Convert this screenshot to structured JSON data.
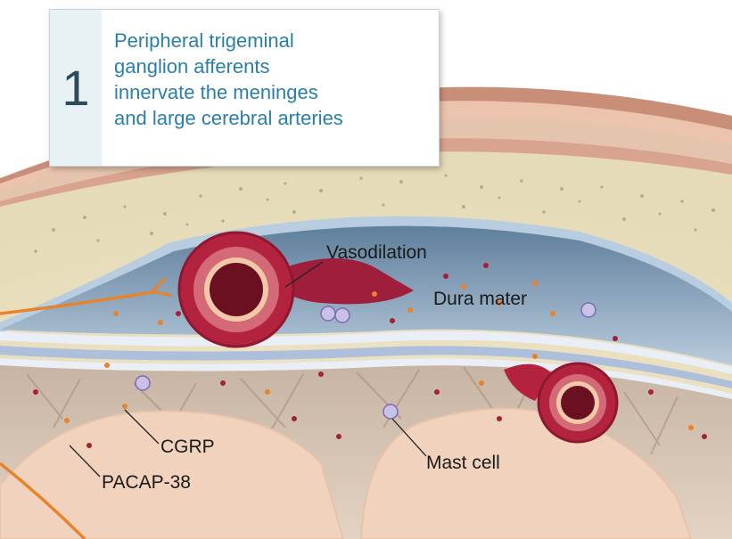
{
  "callout": {
    "number": "1",
    "lines": [
      "Peripheral trigeminal",
      "ganglion afferents",
      "innervate the meninges",
      "and large cerebral arteries"
    ]
  },
  "labels": {
    "vasodilation": "Vasodilation",
    "dura_mater": "Dura mater",
    "cgrp": "CGRP",
    "pacap": "PACAP-38",
    "mast_cell": "Mast cell"
  }
}
